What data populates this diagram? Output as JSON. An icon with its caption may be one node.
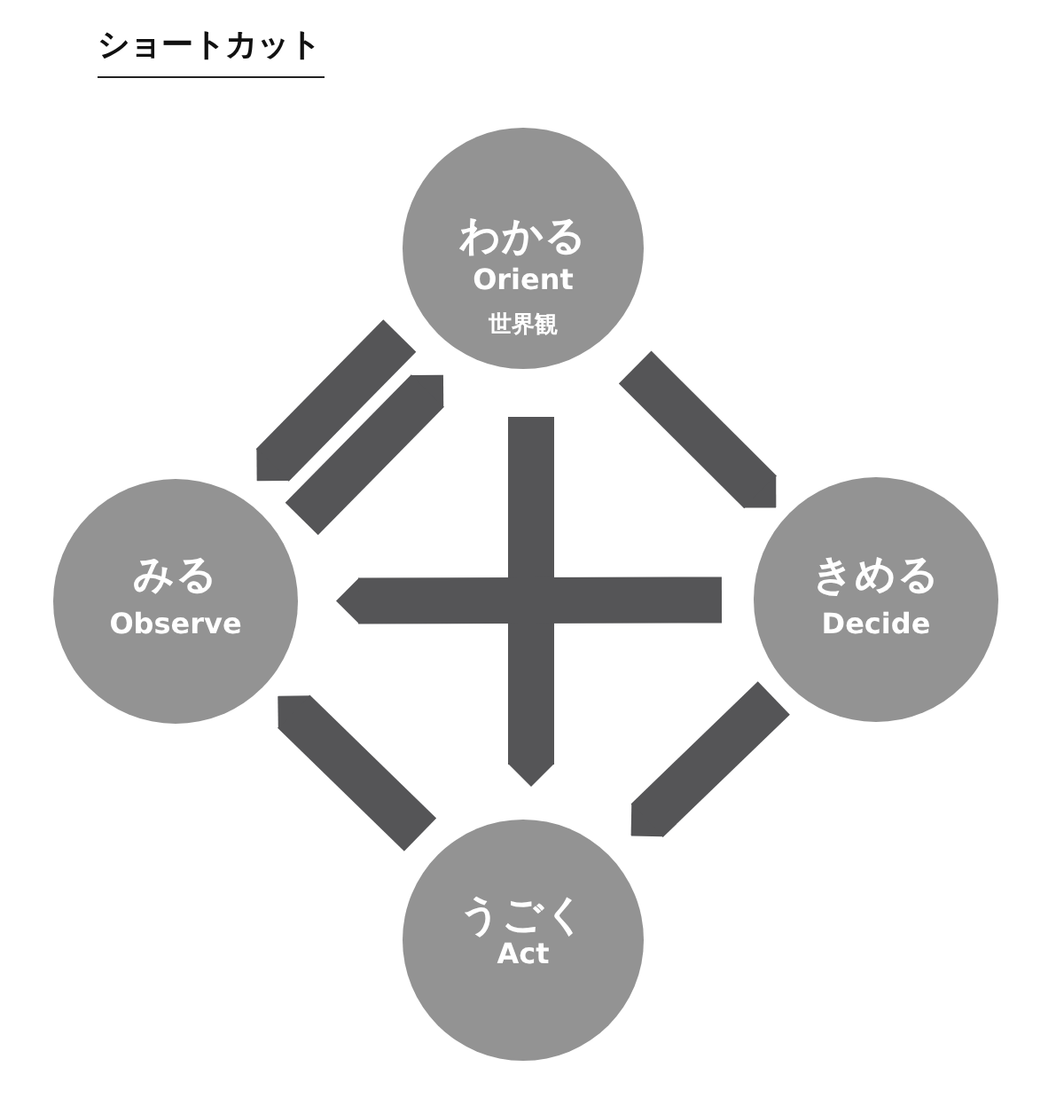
{
  "diagram": {
    "title": "ショートカット",
    "nodes": [
      {
        "text": [
          "わかる",
          "Orient",
          "世界観"
        ]
      },
      {
        "text": [
          "みる",
          "Observe"
        ]
      },
      {
        "text": [
          "きめる",
          "Decide"
        ]
      },
      {
        "text": [
          "うごく",
          "Act"
        ]
      }
    ],
    "edges": [
      {
        "from": 0,
        "to": 1,
        "arrow": "to"
      },
      {
        "from": 1,
        "to": 0,
        "arrow": "to"
      },
      {
        "from": 0,
        "to": 2,
        "arrow": "to"
      },
      {
        "from": 2,
        "to": 3,
        "arrow": "to"
      },
      {
        "from": 3,
        "to": 1,
        "arrow": "to"
      },
      {
        "from": 0,
        "to": 3,
        "arrow": "to"
      },
      {
        "from": 2,
        "to": 1,
        "arrow": "to"
      }
    ]
  }
}
